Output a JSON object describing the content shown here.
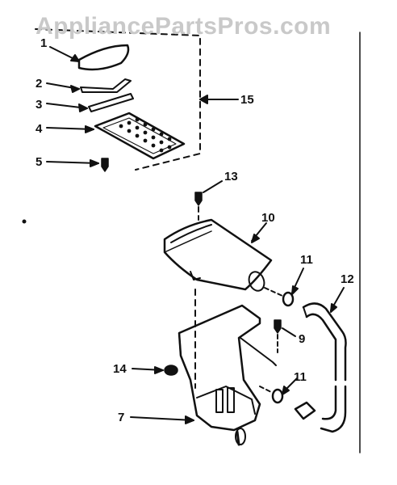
{
  "watermark": "AppliancePartsPros.com",
  "callouts": {
    "c1": "1",
    "c2": "2",
    "c3": "3",
    "c4": "4",
    "c5": "5",
    "c7": "7",
    "c9": "9",
    "c10": "10",
    "c11a": "11",
    "c11b": "11",
    "c12": "12",
    "c13": "13",
    "c14": "14",
    "c15": "15"
  },
  "colors": {
    "ink": "#111111",
    "watermark": "#c9c9c9"
  }
}
